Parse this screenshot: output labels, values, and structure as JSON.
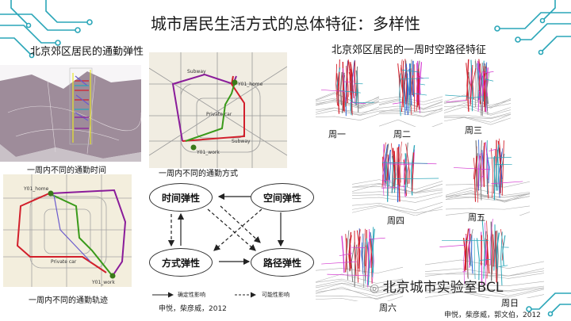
{
  "title": "城市居民生活方式的总体特征：多样性",
  "left_heading": "北京郊区居民的通勤弹性",
  "right_heading": "北京郊区居民的一周时空路径特征",
  "captions": {
    "time": "一周内不同的通勤时间",
    "mode": "一周内不同的通勤方式",
    "route": "一周内不同的通勤轨迹"
  },
  "map_labels": {
    "subway_top": "Subway",
    "home": "Y01_home",
    "private_car": "Private car",
    "subway_bottom": "Subway",
    "work": "Y01_work",
    "home2": "Y01_home",
    "private_car2": "Private car",
    "work2": "Y01_work"
  },
  "diagram": {
    "nodes": [
      "时间弹性",
      "空间弹性",
      "方式弹性",
      "路径弹性"
    ],
    "legend_solid": "确定性影响",
    "legend_dashed": "可能性影响",
    "cite": "申悦，柴彦威，2012"
  },
  "days": [
    "周一",
    "周二",
    "周三",
    "周四",
    "周五",
    "周六",
    "周日"
  ],
  "right_cite": "申悦，柴彦威，郭文伯，2012",
  "watermark": "北京城市实验室BCL",
  "colors": {
    "accent": "#2aa6b8",
    "red": "#d21f2b",
    "purple": "#8a1c9a",
    "green": "#3a9a1a"
  }
}
